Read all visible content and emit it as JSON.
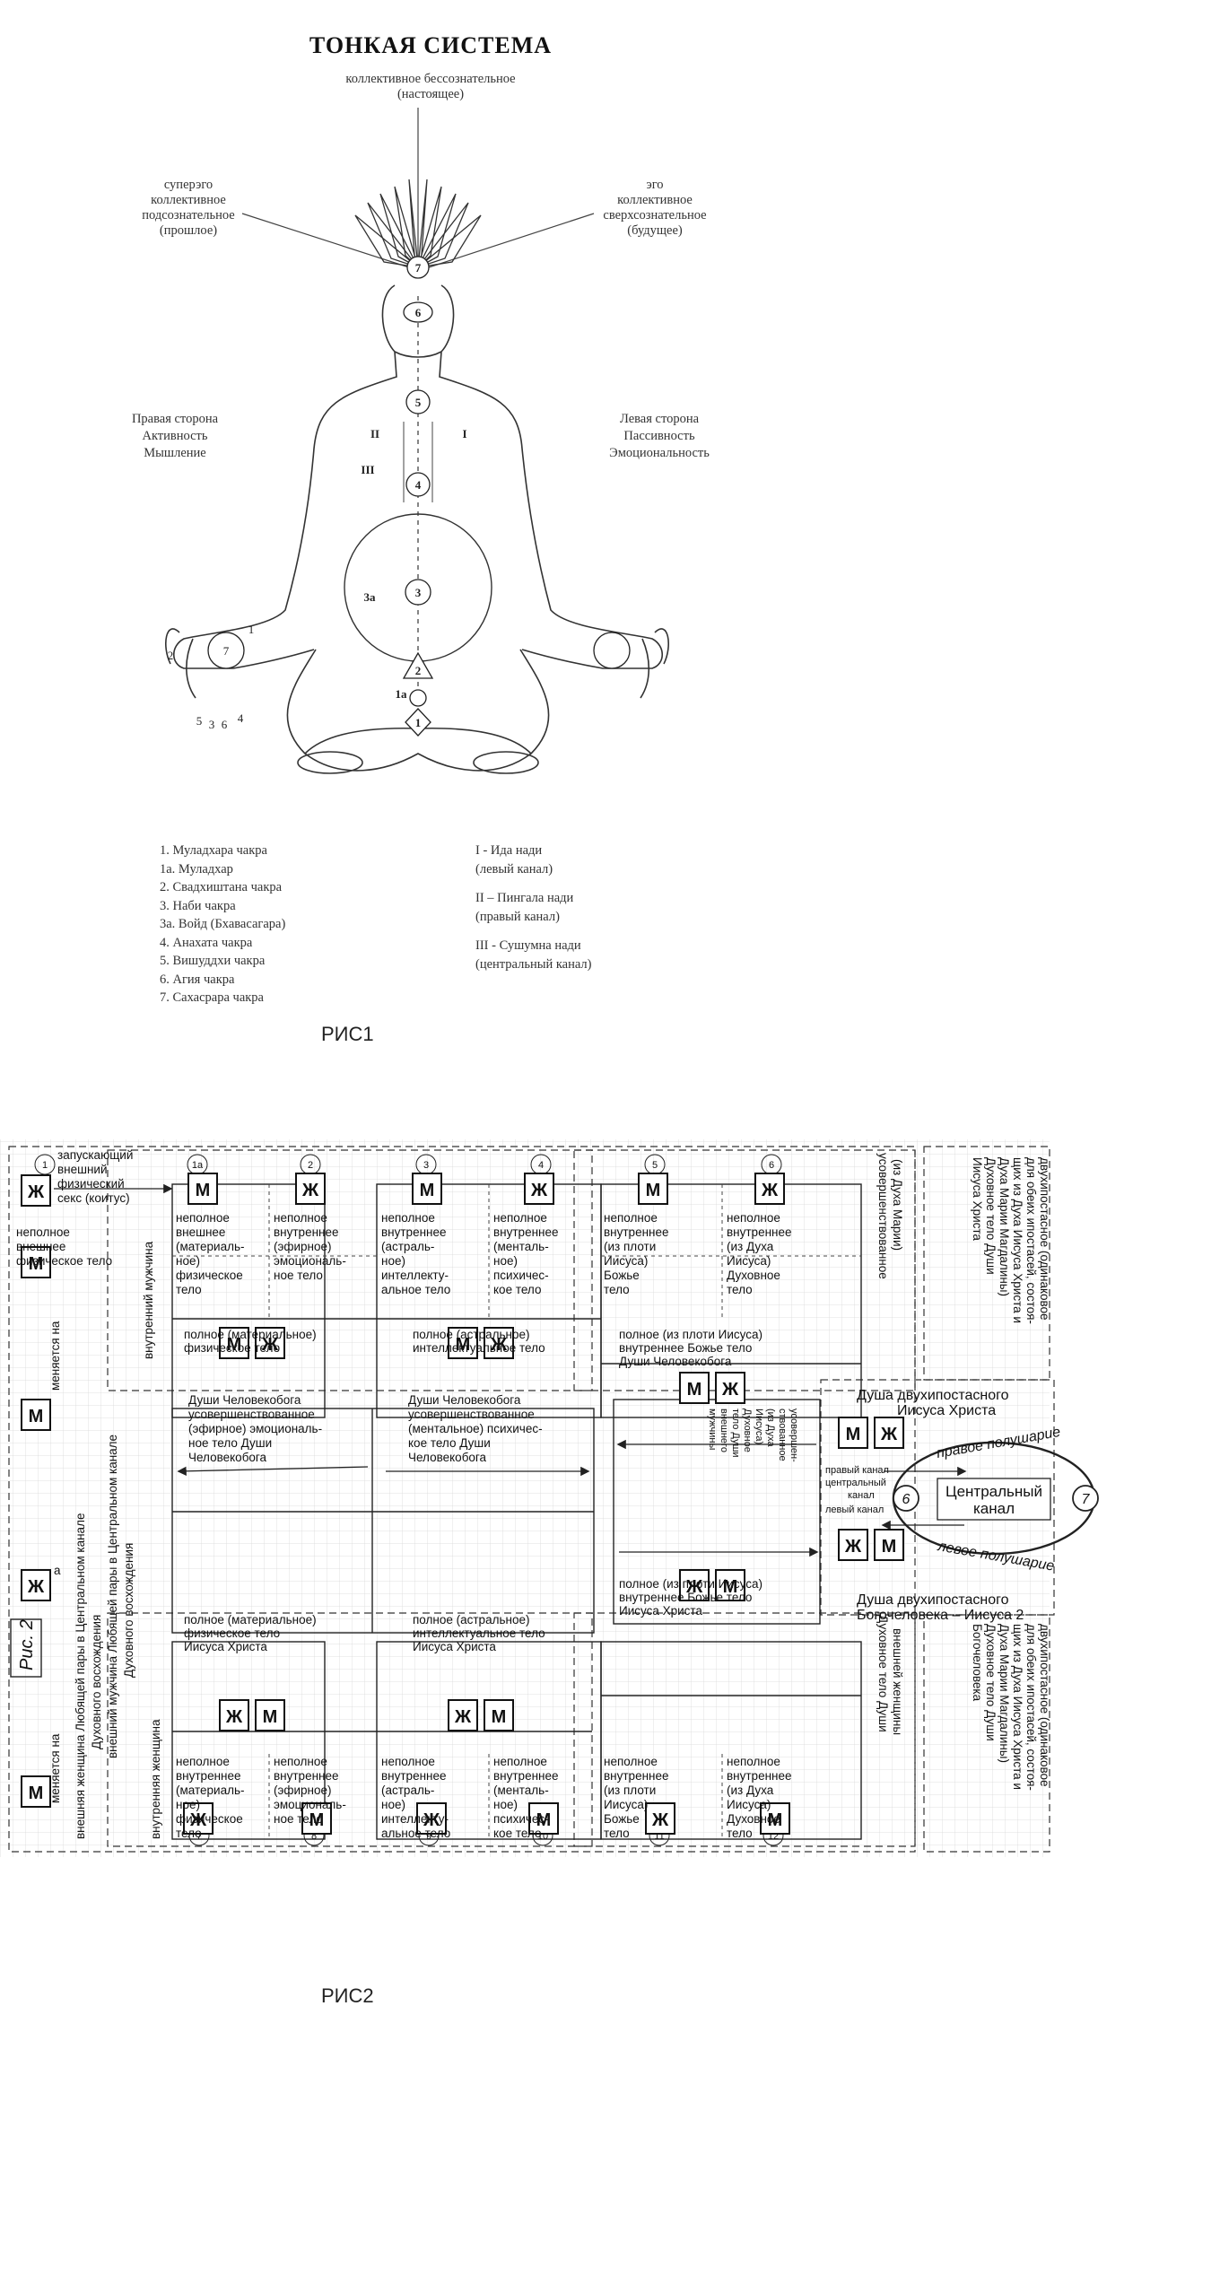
{
  "fig1": {
    "title": "ТОНКАЯ СИСТЕМА",
    "top_label": [
      "коллективное бессознательное",
      "(настоящее)"
    ],
    "left_label": [
      "суперэго",
      "коллективное",
      "подсознательное",
      "(прошлое)"
    ],
    "right_label": [
      "эго",
      "коллективное",
      "сверхсознательное",
      "(будущее)"
    ],
    "right_side": [
      "Правая сторона",
      "Активность",
      "Мышление"
    ],
    "left_side": [
      "Левая сторона",
      "Пассивность",
      "Эмоциональность"
    ],
    "chakra_marks": [
      "7",
      "6",
      "5",
      "4",
      "3",
      "2",
      "1",
      "1а",
      "3а",
      "I",
      "II",
      "III"
    ],
    "hand_marks": [
      "1",
      "2",
      "3",
      "4",
      "5",
      "6",
      "7"
    ],
    "legend_chakras": [
      "1. Муладхара чакра",
      "1а. Муладхар",
      "2. Свадхиштана чакра",
      "3. Наби чакра",
      "3а. Войд (Бхавасагара)",
      "4. Анахата чакра",
      "5. Вишуддхи чакра",
      "6. Агия чакра",
      "7. Сахасрара чакра"
    ],
    "legend_channels": [
      "I  -  Ида нади",
      "(левый канал)",
      "II  –  Пингала нади",
      "(правый канал)",
      "III  -  Сушумна нади",
      "(центральный канал)"
    ],
    "caption": "РИС1"
  },
  "fig2": {
    "caption": "РИС2",
    "side_caption": "Рис. 2",
    "letters": {
      "m": "М",
      "zh": "Ж"
    },
    "num_top": [
      "1",
      "1а",
      "2",
      "3",
      "4",
      "5",
      "6"
    ],
    "num_bottom": [
      "7",
      "8",
      "9",
      "10",
      "11",
      "12"
    ],
    "launch": [
      "запускающий",
      "внешний",
      "физический",
      "секс (коитус)"
    ],
    "outer_body": [
      "неполное",
      "внешнее",
      "физическое тело"
    ],
    "changes": "меняется на",
    "a_mark": "а",
    "vertical_texts": [
      "внешняя женщина Любящей пары в Центральном канале",
      "Духовного восхождения",
      "внешний мужчина Любящей пары в Центральном канале",
      "Духовного восхождения",
      "внутренний мужчина",
      "внутренняя женщина"
    ],
    "top_cells": [
      [
        "неполное",
        "внешнее",
        "(материаль-",
        "ное)",
        "физическое",
        "тело"
      ],
      [
        "неполное",
        "внутреннее",
        "(эфирное)",
        "эмоциональ-",
        "ное тело"
      ],
      [
        "неполное",
        "внутреннее",
        "(астраль-",
        "ное)",
        "интеллекту-",
        "альное тело"
      ],
      [
        "неполное",
        "внутреннее",
        "(менталь-",
        "ное)",
        "психичес-",
        "кое тело"
      ],
      [
        "неполное",
        "внутреннее",
        "(из плоти",
        "Иисуса)",
        "Божье",
        "тело"
      ],
      [
        "неполное",
        "внутреннее",
        "(из Духа",
        "Иисуса)",
        "Духовное",
        "тело"
      ]
    ],
    "top_full": [
      [
        "полное (материальное)",
        "физическое тело"
      ],
      [
        "полное (астральное)",
        "интеллектуальное тело"
      ],
      [
        "полное (из плоти Иисуса)",
        "внутреннее Божье тело",
        "Души Человекобога"
      ]
    ],
    "mid_left": [
      "Души Человекобога",
      "усовершенствованное",
      "(эфирное) эмоциональ-",
      "ное тело Души",
      "Человекобога"
    ],
    "mid_right": [
      "Души Человекобога",
      "усовершенствованное",
      "(ментальное) психичес-",
      "кое тело Души",
      "Человекобога"
    ],
    "mid_vertical": [
      "усовершен-",
      "ствованное",
      "(из Духа",
      "Иисуса)",
      "Духовное",
      "тело Души",
      "внешнего",
      "мужчины"
    ],
    "upper_vertical": [
      "усовершенствованное",
      "(из Духа Марии)"
    ],
    "bottom_full": [
      [
        "полное (материальное)",
        "физическое тело",
        "Иисуса Христа"
      ],
      [
        "полное (астральное)",
        "интеллектуальное тело",
        "Иисуса Христа"
      ],
      [
        "полное (из плоти Иисуса)",
        "внутреннее Божье тело",
        "Иисуса Христа"
      ]
    ],
    "bottom_cells": [
      [
        "неполное",
        "внутреннее",
        "(материаль-",
        "ное)",
        "физическое",
        "тело"
      ],
      [
        "неполное",
        "внутреннее",
        "(эфирное)",
        "эмоциональ-",
        "ное тело"
      ],
      [
        "неполное",
        "внутреннее",
        "(астраль-",
        "ное)",
        "интеллекту-",
        "альное тело"
      ],
      [
        "неполное",
        "внутреннее",
        "(менталь-",
        "ное)",
        "психичес-",
        "кое тело"
      ],
      [
        "неполное",
        "внутреннее",
        "(из плоти",
        "Иисуса)",
        "Божье",
        "тело"
      ],
      [
        "неполное",
        "внутреннее",
        "(из Духа",
        "Иисуса)",
        "Духовное",
        "тело"
      ]
    ],
    "lower_vertical": [
      "Духовное тело Души",
      "внешней женщины"
    ],
    "soul_top": [
      "Душа двухипостасного",
      "Иисуса Христа"
    ],
    "soul_bottom": [
      "Душа двухипостасного",
      "Богочеловека – Иисуса 2"
    ],
    "central": [
      "Центральный",
      "канал"
    ],
    "hemi_right": "правое полушарие",
    "hemi_left": "левое полушарие",
    "channels": [
      "правый канал",
      "центральный",
      "канал",
      "левый канал"
    ],
    "nodes": [
      "6",
      "7"
    ],
    "right_upper": [
      "двухипостасное (одинаковое",
      "для обеих ипостасей, состоя-",
      "щих из Духа Иисуса Христа и",
      "Духа Марии Магдалины)",
      "Духовное тело Души",
      "Иисуса Христа"
    ],
    "right_lower": [
      "двухипостасное (одинаковое",
      "для обеих ипостасей, состоя-",
      "щих из Духа Иисуса Христа и",
      "Духа Марии Магдалины)",
      "Духовное тело Души",
      "Богочеловека"
    ]
  }
}
